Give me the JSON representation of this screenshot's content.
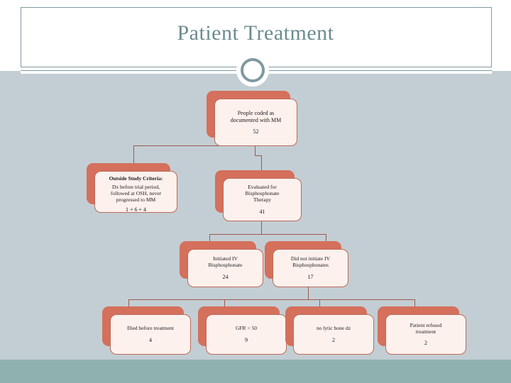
{
  "slide": {
    "title": "Patient Treatment",
    "colors": {
      "background": "#c3ced4",
      "header_background": "#ffffff",
      "title_text": "#6b8b90",
      "accent_rule": "#7e9aa0",
      "node_shadow": "#d4705c",
      "node_fill": "#fdf1ee",
      "node_border": "#c06a58",
      "connector": "#9c5a4c",
      "footer": "#8fb2b0"
    }
  },
  "chart_data": {
    "type": "diagram",
    "title": "Patient Treatment",
    "diagram_kind": "patient-flow-tree",
    "nodes": [
      {
        "id": "coded-mm",
        "level": 0,
        "label_lines": [
          "People coded as",
          "documented with MM"
        ],
        "count": "52"
      },
      {
        "id": "outside-criteria",
        "level": 1,
        "heading": "Outside Study Criteria:",
        "label_lines": [
          "Dx before trial period,",
          "followed at OSH, never",
          "progressed to MM"
        ],
        "count": "1 + 6 + 4"
      },
      {
        "id": "evaluated-bisphosphonate",
        "level": 1,
        "label_lines": [
          "Evaluated for",
          "Bisphosphonate",
          "Therapy"
        ],
        "count": "41"
      },
      {
        "id": "initiated-iv",
        "level": 2,
        "label_lines": [
          "Initiated IV",
          "Bisphosphonate"
        ],
        "count": "24"
      },
      {
        "id": "not-initiated-iv",
        "level": 2,
        "label_lines": [
          "Did not initiate IV",
          "Bisphosphonates"
        ],
        "count": "17"
      },
      {
        "id": "died-before-treatment",
        "level": 3,
        "label_lines": [
          "Died before treatment"
        ],
        "count": "4"
      },
      {
        "id": "gfr-under-50",
        "level": 3,
        "label_lines": [
          "GFR < 50"
        ],
        "count": "9"
      },
      {
        "id": "no-lytic-bone-dz",
        "level": 3,
        "label_lines": [
          "no lytic bone dz"
        ],
        "count": "2"
      },
      {
        "id": "patient-refused",
        "level": 3,
        "label_lines": [
          "Patient refused",
          "treatment"
        ],
        "count": "2"
      }
    ],
    "edges": [
      {
        "from": "coded-mm",
        "to": "outside-criteria"
      },
      {
        "from": "coded-mm",
        "to": "evaluated-bisphosphonate"
      },
      {
        "from": "evaluated-bisphosphonate",
        "to": "initiated-iv"
      },
      {
        "from": "evaluated-bisphosphonate",
        "to": "not-initiated-iv"
      },
      {
        "from": "not-initiated-iv",
        "to": "died-before-treatment"
      },
      {
        "from": "not-initiated-iv",
        "to": "gfr-under-50"
      },
      {
        "from": "not-initiated-iv",
        "to": "no-lytic-bone-dz"
      },
      {
        "from": "not-initiated-iv",
        "to": "patient-refused"
      }
    ]
  },
  "nodes": {
    "coded_mm": {
      "line1": "People coded as",
      "line2": "documented with MM",
      "count": "52"
    },
    "outside_criteria": {
      "heading": "Outside Study Criteria:",
      "line1": "Dx before trial period,",
      "line2": "followed at OSH, never",
      "line3": "progressed to MM",
      "count": "1 + 6 + 4"
    },
    "evaluated": {
      "line1": "Evaluated for",
      "line2": "Bisphosphonate",
      "line3": "Therapy",
      "count": "41"
    },
    "initiated_iv": {
      "line1": "Initiated IV",
      "line2": "Bisphosphonate",
      "count": "24"
    },
    "not_initiated_iv": {
      "line1": "Did not initiate IV",
      "line2": "Bisphosphonates",
      "count": "17"
    },
    "died_before": {
      "line1": "Died before treatment",
      "count": "4"
    },
    "gfr": {
      "line1": "GFR < 50",
      "count": "9"
    },
    "no_lytic": {
      "line1": "no lytic bone dz",
      "count": "2"
    },
    "refused": {
      "line1": "Patient refused",
      "line2": "treatment",
      "count": "2"
    }
  }
}
